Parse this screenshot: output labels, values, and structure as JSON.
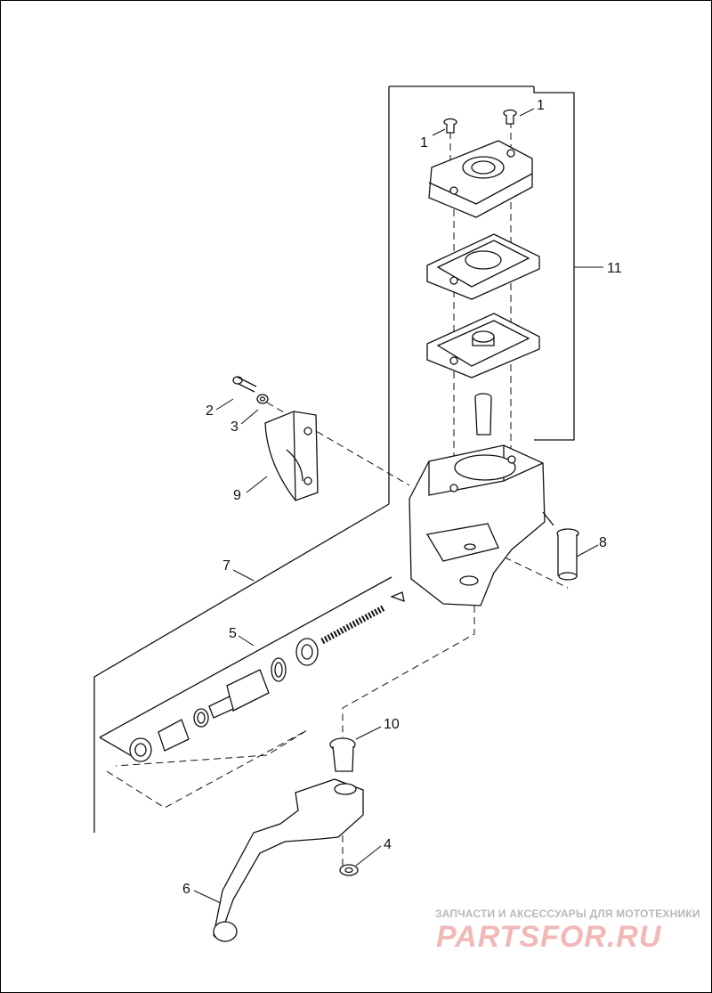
{
  "callouts": [
    "1",
    "1",
    "2",
    "3",
    "4",
    "5",
    "6",
    "7",
    "8",
    "9",
    "10",
    "11"
  ],
  "watermark": {
    "tagline": "ЗАПЧАСТИ И АКСЕССУАРЫ ДЛЯ МОТОТЕХНИКИ",
    "logo": "PARTSFOR.RU"
  },
  "colors": {
    "line": "#111111",
    "watermark_text": "#b9b9b9",
    "watermark_logo": "#f2b8b8"
  }
}
